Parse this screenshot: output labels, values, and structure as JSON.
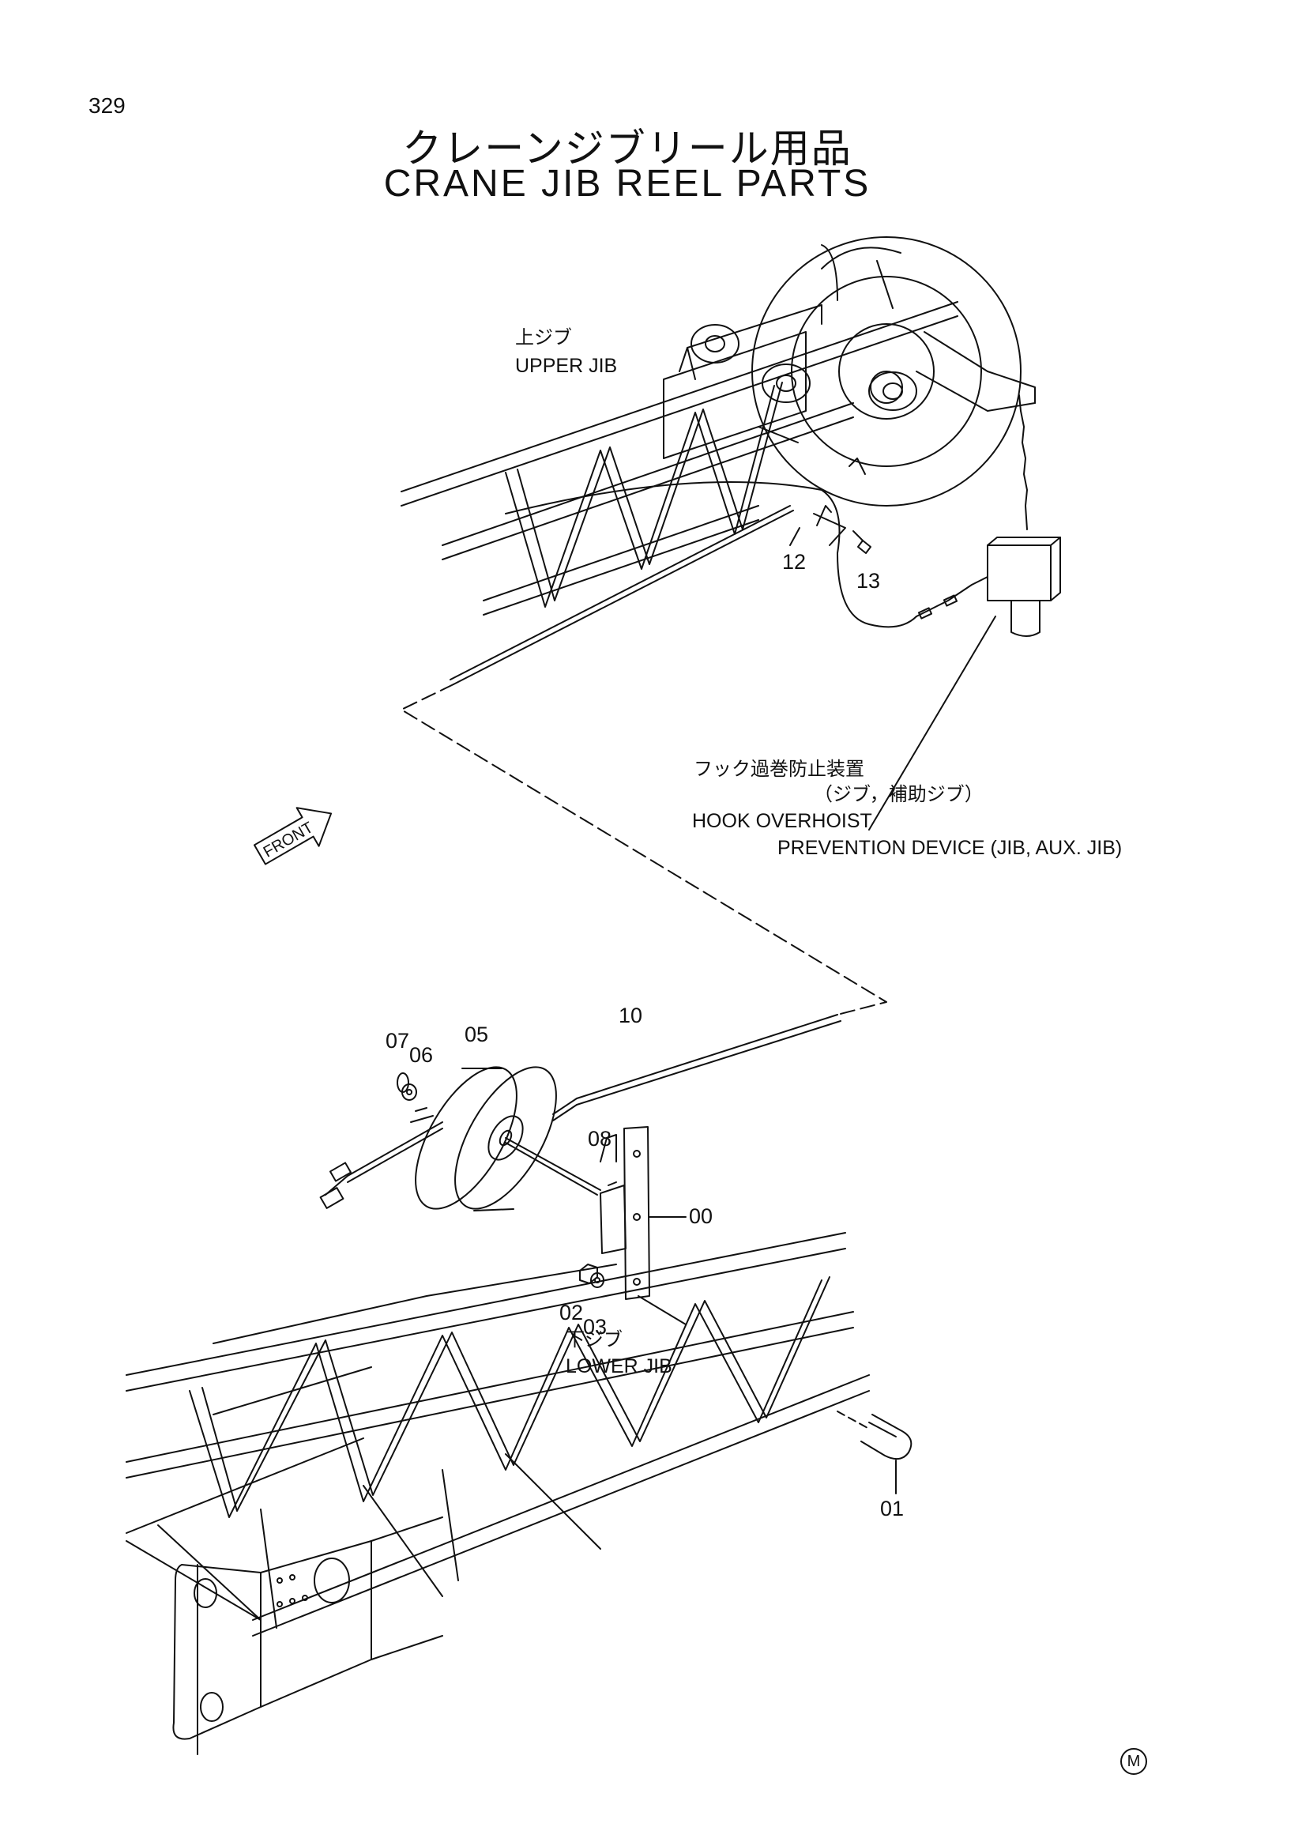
{
  "page": {
    "number": "329"
  },
  "title": {
    "japanese": "クレーンジブリール用品",
    "english": "CRANE JIB REEL PARTS"
  },
  "labels": {
    "upper_jib_ja": "上ジブ",
    "upper_jib_en": "UPPER JIB",
    "lower_jib_ja": "下ジブ",
    "lower_jib_en": "LOWER JIB",
    "device_ja_1": "フック過巻防止装置",
    "device_ja_2": "（ジブ，補助ジブ）",
    "device_en_1": "HOOK OVERHOIST",
    "device_en_2": "PREVENTION DEVICE (JIB, AUX. JIB)",
    "front_arrow": "FRONT",
    "maker_mark": "M"
  },
  "part_numbers": [
    "00",
    "01",
    "02",
    "03",
    "05",
    "06",
    "07",
    "08",
    "10",
    "12",
    "13"
  ]
}
